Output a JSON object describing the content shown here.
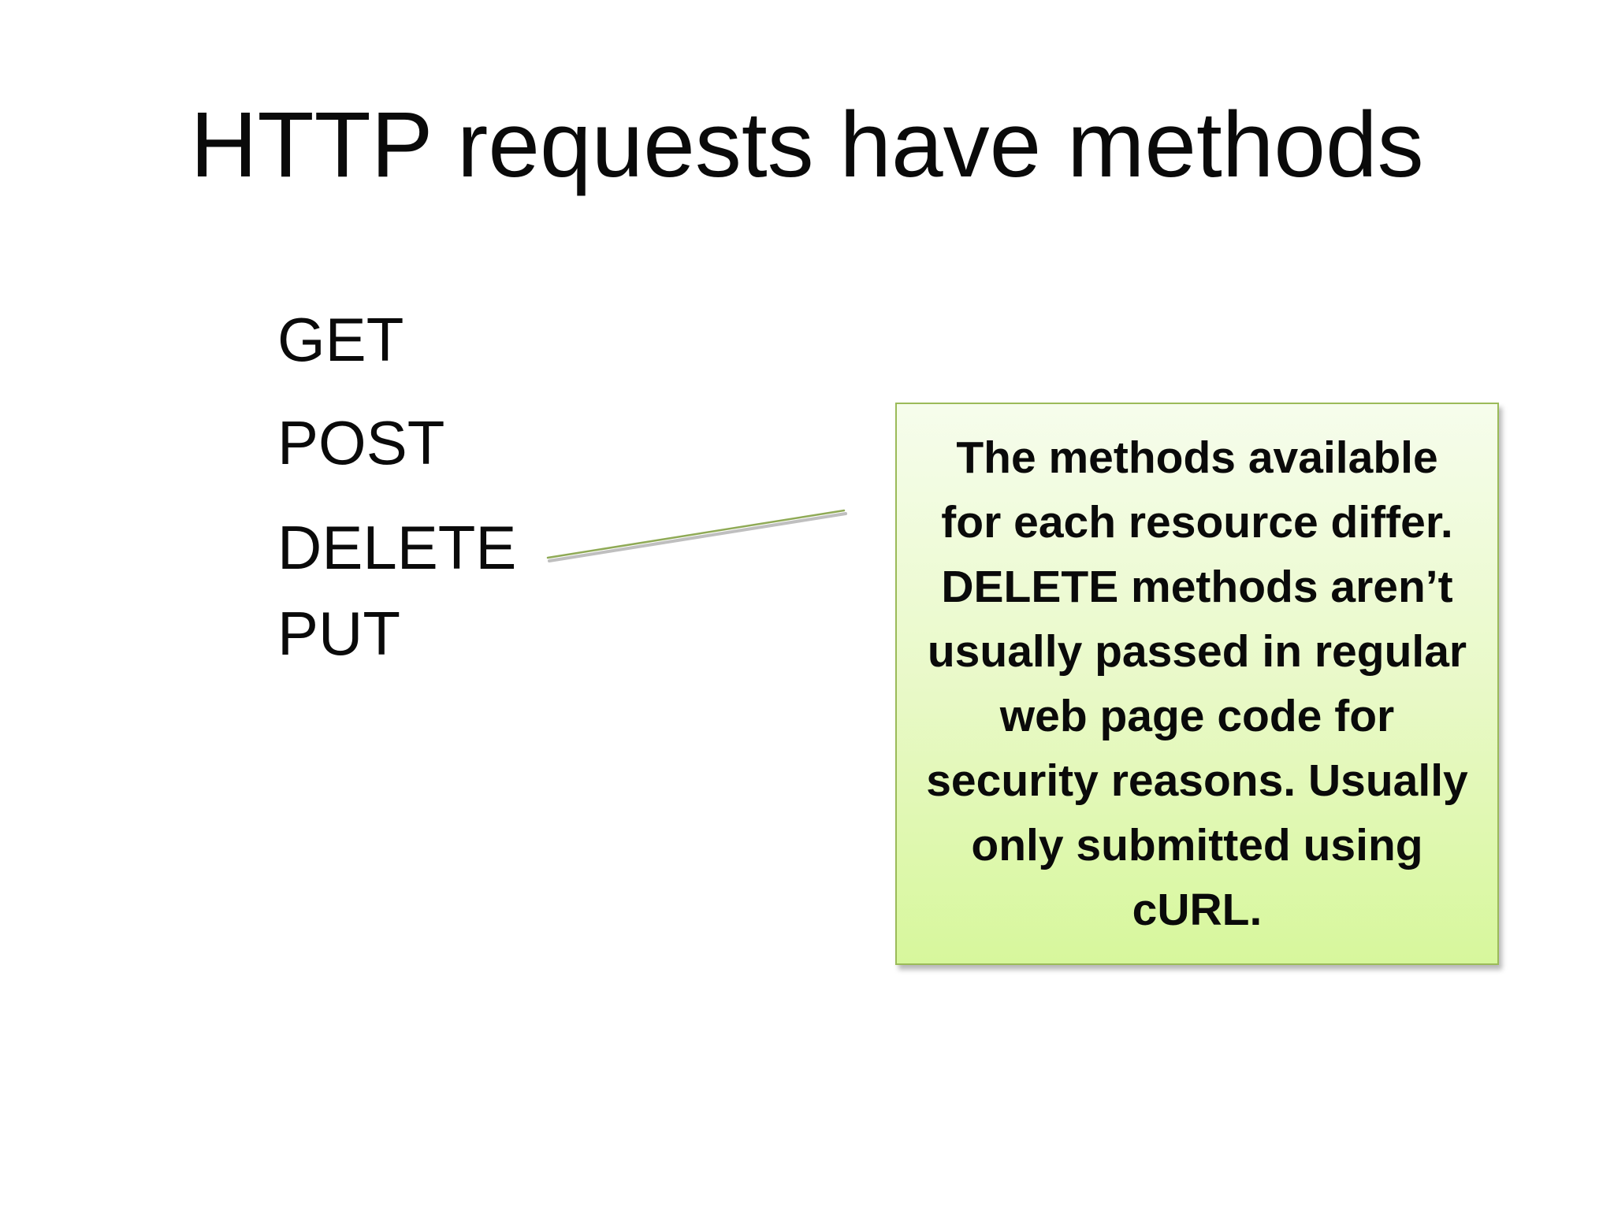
{
  "slide": {
    "title": "HTTP requests have methods",
    "methods": [
      "GET",
      "POST",
      "DELETE",
      "PUT"
    ],
    "callout": {
      "text": "The methods available for each resource differ. DELETE methods aren’t usually passed in regular web page code for security reasons. Usually only submitted using cURL."
    }
  },
  "colors": {
    "callout_border": "#9bbb59",
    "callout_fill_top": "#f6fdec",
    "callout_fill_bottom": "#d7f79c",
    "connector_line": "#8faa56",
    "text": "#0a0a0a"
  }
}
